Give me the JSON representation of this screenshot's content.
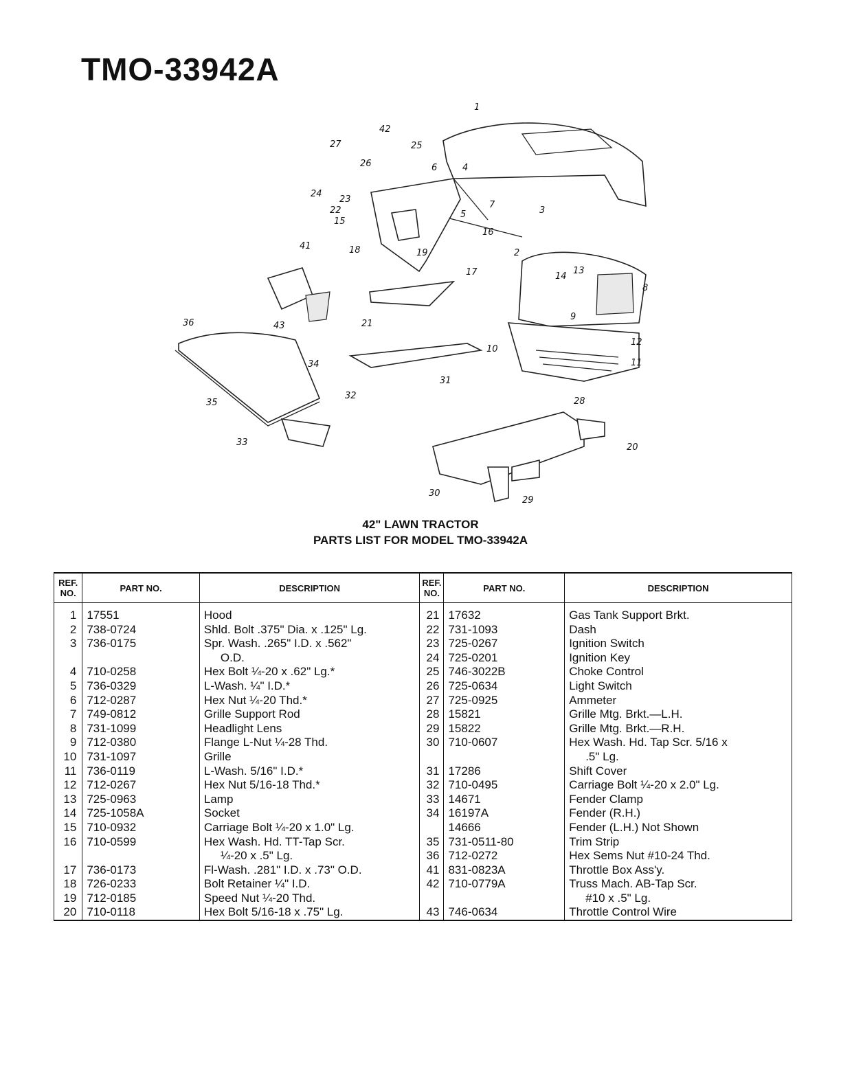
{
  "model_title": "TMO-33942A",
  "heading_line1": "42\" LAWN TRACTOR",
  "heading_line2": "PARTS LIST FOR MODEL TMO-33942A",
  "columns": {
    "ref": "REF. NO.",
    "part": "PART NO.",
    "description": "DESCRIPTION"
  },
  "left_rows": [
    {
      "ref": "1",
      "part": "17551",
      "desc": "Hood"
    },
    {
      "ref": "2",
      "part": "738-0724",
      "desc": "Shld. Bolt .375\" Dia. x .125\" Lg."
    },
    {
      "ref": "3",
      "part": "736-0175",
      "desc": "Spr. Wash. .265\" I.D. x .562\""
    },
    {
      "ref": "",
      "part": "",
      "desc": "O.D."
    },
    {
      "ref": "4",
      "part": "710-0258",
      "desc": "Hex Bolt ¼-20 x .62\" Lg.*"
    },
    {
      "ref": "5",
      "part": "736-0329",
      "desc": "L-Wash. ¼\" I.D.*"
    },
    {
      "ref": "6",
      "part": "712-0287",
      "desc": "Hex Nut ¼-20 Thd.*"
    },
    {
      "ref": "7",
      "part": "749-0812",
      "desc": "Grille Support Rod"
    },
    {
      "ref": "8",
      "part": "731-1099",
      "desc": "Headlight Lens"
    },
    {
      "ref": "9",
      "part": "712-0380",
      "desc": "Flange L-Nut ¼-28 Thd."
    },
    {
      "ref": "10",
      "part": "731-1097",
      "desc": "Grille"
    },
    {
      "ref": "11",
      "part": "736-0119",
      "desc": "L-Wash. 5/16\" I.D.*"
    },
    {
      "ref": "12",
      "part": "712-0267",
      "desc": "Hex Nut 5/16-18 Thd.*"
    },
    {
      "ref": "13",
      "part": "725-0963",
      "desc": "Lamp"
    },
    {
      "ref": "14",
      "part": "725-1058A",
      "desc": "Socket"
    },
    {
      "ref": "15",
      "part": "710-0932",
      "desc": "Carriage Bolt ¼-20 x 1.0\" Lg."
    },
    {
      "ref": "16",
      "part": "710-0599",
      "desc": "Hex Wash. Hd. TT-Tap Scr."
    },
    {
      "ref": "",
      "part": "",
      "desc": "¼-20 x .5\" Lg."
    },
    {
      "ref": "17",
      "part": "736-0173",
      "desc": "Fl-Wash. .281\" I.D. x .73\" O.D."
    },
    {
      "ref": "18",
      "part": "726-0233",
      "desc": "Bolt Retainer ¼\" I.D."
    },
    {
      "ref": "19",
      "part": "712-0185",
      "desc": "Speed Nut ¼-20 Thd."
    },
    {
      "ref": "20",
      "part": "710-0118",
      "desc": "Hex Bolt 5/16-18 x .75\" Lg."
    }
  ],
  "right_rows": [
    {
      "ref": "21",
      "part": "17632",
      "desc": "Gas Tank Support Brkt."
    },
    {
      "ref": "22",
      "part": "731-1093",
      "desc": "Dash"
    },
    {
      "ref": "23",
      "part": "725-0267",
      "desc": "Ignition Switch"
    },
    {
      "ref": "24",
      "part": "725-0201",
      "desc": "Ignition Key"
    },
    {
      "ref": "25",
      "part": "746-3022B",
      "desc": "Choke Control"
    },
    {
      "ref": "26",
      "part": "725-0634",
      "desc": "Light Switch"
    },
    {
      "ref": "27",
      "part": "725-0925",
      "desc": "Ammeter"
    },
    {
      "ref": "28",
      "part": "15821",
      "desc": "Grille Mtg. Brkt.—L.H."
    },
    {
      "ref": "29",
      "part": "15822",
      "desc": "Grille Mtg. Brkt.—R.H."
    },
    {
      "ref": "30",
      "part": "710-0607",
      "desc": "Hex Wash. Hd. Tap Scr. 5/16 x"
    },
    {
      "ref": "",
      "part": "",
      "desc": ".5\" Lg."
    },
    {
      "ref": "31",
      "part": "17286",
      "desc": "Shift Cover"
    },
    {
      "ref": "32",
      "part": "710-0495",
      "desc": "Carriage Bolt ¼-20 x 2.0\" Lg."
    },
    {
      "ref": "33",
      "part": "14671",
      "desc": "Fender Clamp"
    },
    {
      "ref": "34",
      "part": "16197A",
      "desc": "Fender (R.H.)"
    },
    {
      "ref": "",
      "part": "14666",
      "desc": "Fender (L.H.) Not Shown"
    },
    {
      "ref": "35",
      "part": "731-0511-80",
      "desc": "Trim Strip"
    },
    {
      "ref": "36",
      "part": "712-0272",
      "desc": "Hex Sems Nut #10-24 Thd."
    },
    {
      "ref": "41",
      "part": "831-0823A",
      "desc": "Throttle Box Ass'y."
    },
    {
      "ref": "42",
      "part": "710-0779A",
      "desc": "Truss Mach. AB-Tap Scr."
    },
    {
      "ref": "",
      "part": "",
      "desc": "#10 x .5\" Lg."
    },
    {
      "ref": "43",
      "part": "746-0634",
      "desc": "Throttle Control Wire"
    }
  ],
  "callouts": [
    "1",
    "2",
    "3",
    "4",
    "5",
    "6",
    "7",
    "8",
    "9",
    "10",
    "11",
    "12",
    "13",
    "14",
    "15",
    "16",
    "17",
    "18",
    "19",
    "20",
    "21",
    "22",
    "23",
    "24",
    "25",
    "26",
    "27",
    "28",
    "29",
    "30",
    "31",
    "32",
    "33",
    "34",
    "35",
    "36",
    "41",
    "42",
    "43"
  ]
}
